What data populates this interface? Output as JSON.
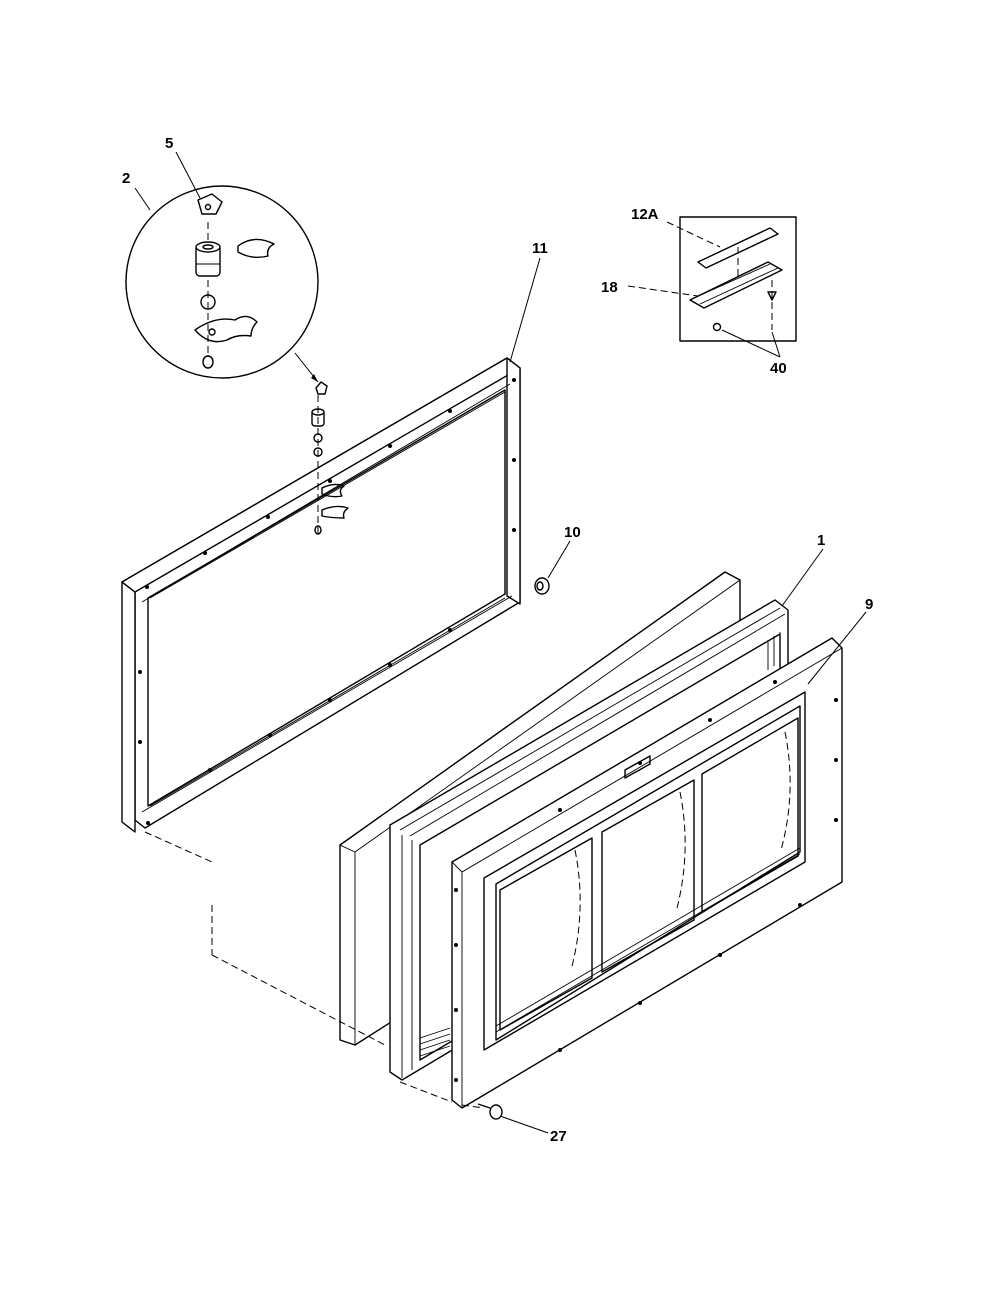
{
  "callouts": {
    "c2": "2",
    "c5": "5",
    "c11": "11",
    "c12a": "12A",
    "c18": "18",
    "c40": "40",
    "c10": "10",
    "c1": "1",
    "c9": "9",
    "c27": "27"
  },
  "colors": {
    "ink": "#000000",
    "paper": "#ffffff"
  }
}
